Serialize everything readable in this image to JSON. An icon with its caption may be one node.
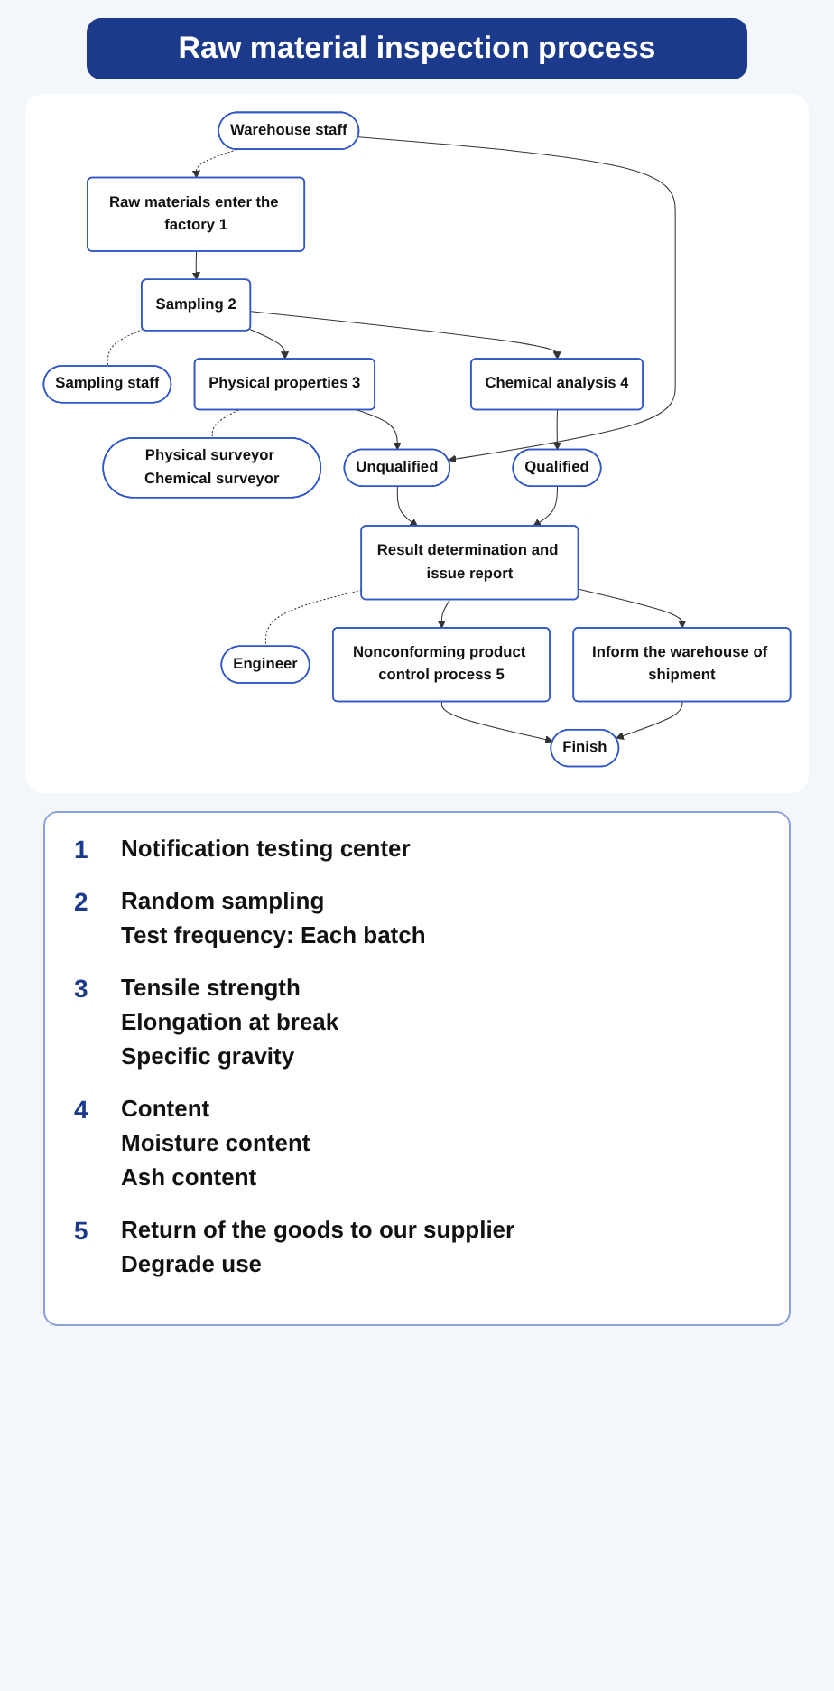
{
  "diagram": {
    "title": "Raw material inspection process",
    "nodes": [
      {
        "text": [
          "Warehouse staff"
        ]
      },
      {
        "text": [
          "Raw materials enter the factory 1"
        ]
      },
      {
        "text": [
          "Sampling staff"
        ]
      },
      {
        "text": [
          "Sampling 2"
        ]
      },
      {
        "text": [
          "Physical surveyor Chemical surveyor"
        ]
      },
      {
        "text": [
          "Physical properties 3"
        ]
      },
      {
        "text": [
          "Chemical analysis 4"
        ]
      },
      {
        "text": [
          "Unqualified"
        ]
      },
      {
        "text": [
          "Qualified"
        ]
      },
      {
        "text": [
          "Engineer"
        ]
      },
      {
        "text": [
          "Result determination and issue report"
        ]
      },
      {
        "text": [
          "Nonconforming product control process 5"
        ]
      },
      {
        "text": [
          "Inform the warehouse of shipment"
        ]
      },
      {
        "text": [
          "Finish"
        ]
      }
    ],
    "edges": [
      {
        "from": 0,
        "to": 1,
        "arrow": "to",
        "style": "dashed"
      },
      {
        "from": 1,
        "to": 3,
        "arrow": "to"
      },
      {
        "from": 2,
        "to": 3,
        "arrow": "none",
        "style": "dashed"
      },
      {
        "from": 3,
        "to": 5,
        "arrow": "to"
      },
      {
        "from": 3,
        "to": 6,
        "arrow": "to"
      },
      {
        "from": 4,
        "to": 5,
        "arrow": "none",
        "style": "dashed"
      },
      {
        "from": 0,
        "to": 7,
        "arrow": "to"
      },
      {
        "from": 5,
        "to": 7,
        "arrow": "to"
      },
      {
        "from": 6,
        "to": 8,
        "arrow": "to"
      },
      {
        "from": 7,
        "to": 10,
        "arrow": "to"
      },
      {
        "from": 8,
        "to": 10,
        "arrow": "to"
      },
      {
        "from": 9,
        "to": 10,
        "arrow": "none",
        "style": "dashed"
      },
      {
        "from": 10,
        "to": 11,
        "arrow": "to"
      },
      {
        "from": 10,
        "to": 12,
        "arrow": "to"
      },
      {
        "from": 11,
        "to": 13,
        "arrow": "to"
      },
      {
        "from": 12,
        "to": 13,
        "arrow": "to"
      }
    ],
    "labels": [
      "1",
      "Notification testing center",
      "2",
      "Random sampling",
      "Test frequency: Each batch",
      "3",
      "Tensile strength",
      "Elongation at break",
      "Specific gravity",
      "4",
      "Content",
      "Moisture content",
      "Ash content",
      "5",
      "Return of the goods to our supplier",
      "Degrade use"
    ]
  }
}
